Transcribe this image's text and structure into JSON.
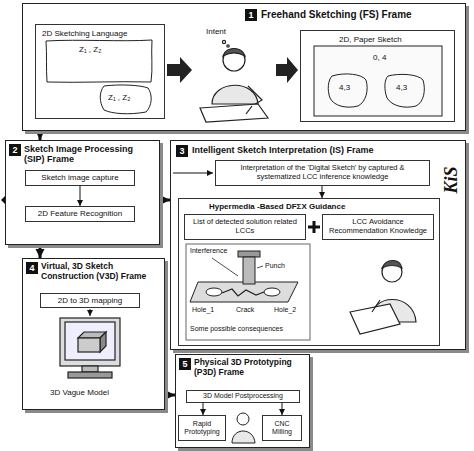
{
  "diagram": {
    "nodes": [
      {
        "text": [
          "1",
          "Freehand Sketching (FS) Frame"
        ]
      },
      {
        "text": [
          "2D Sketching Language",
          "Z₁ , Z₂",
          "Z₁ , Z₂"
        ],
        "in": 0
      },
      {
        "text": [
          "2D, Paper Sketch",
          "0, 4",
          "4,3",
          "4,3"
        ],
        "in": 0
      },
      {
        "text": [
          "2",
          "Sketch Image Processing (SIP) Frame"
        ]
      },
      {
        "text": [
          "Sketch image capture"
        ],
        "in": 3
      },
      {
        "text": [
          "2D Feature Recognition"
        ],
        "in": 3
      },
      {
        "text": [
          "3",
          "Intelligent Sketch Interpretation (IS) Frame"
        ]
      },
      {
        "text": [
          "Interpretation of the 'Digital Sketch' by captured & systematized LCC inference knowledge"
        ],
        "in": 6
      },
      {
        "text": [
          "Hypermedia -Based DFΣX Guidance"
        ],
        "in": 6
      },
      {
        "text": [
          "List of detected solution related LCCs"
        ],
        "in": 8
      },
      {
        "text": [
          "LCC Avoidance Recommendation Knowledge"
        ],
        "in": 8
      },
      {
        "text": [
          "4",
          "Virtual, 3D Sketch Construction (V3D) Frame"
        ]
      },
      {
        "text": [
          "2D to 3D mapping"
        ],
        "in": 11
      },
      {
        "text": [
          "5",
          "Physical 3D Prototyping (P3D) Frame"
        ]
      },
      {
        "text": [
          "3D Model Postprocessing"
        ],
        "in": 13
      },
      {
        "text": [
          "Rapid Prototyping"
        ],
        "in": 13
      },
      {
        "text": [
          "CNC Milling"
        ],
        "in": 13
      }
    ],
    "edges": [
      {
        "from": 0,
        "to": 3,
        "arrow": "to"
      },
      {
        "from": 3,
        "to": 6,
        "arrow": "to"
      },
      {
        "from": 3,
        "to": 11,
        "arrow": "to"
      },
      {
        "from": 4,
        "to": 5,
        "arrow": "to"
      },
      {
        "from": 7,
        "to": 8,
        "arrow": "to"
      },
      {
        "from": 11,
        "to": 13,
        "arrow": "to"
      },
      {
        "from": 14,
        "to": 15,
        "arrow": "to"
      },
      {
        "from": 14,
        "to": 16,
        "arrow": "to"
      }
    ],
    "labels": [
      "Intent",
      "KiS",
      "Interference",
      "Punch",
      "Hole_1",
      "Crack",
      "Hole_2",
      "Some possible consequences",
      "3D Vague Model"
    ]
  }
}
